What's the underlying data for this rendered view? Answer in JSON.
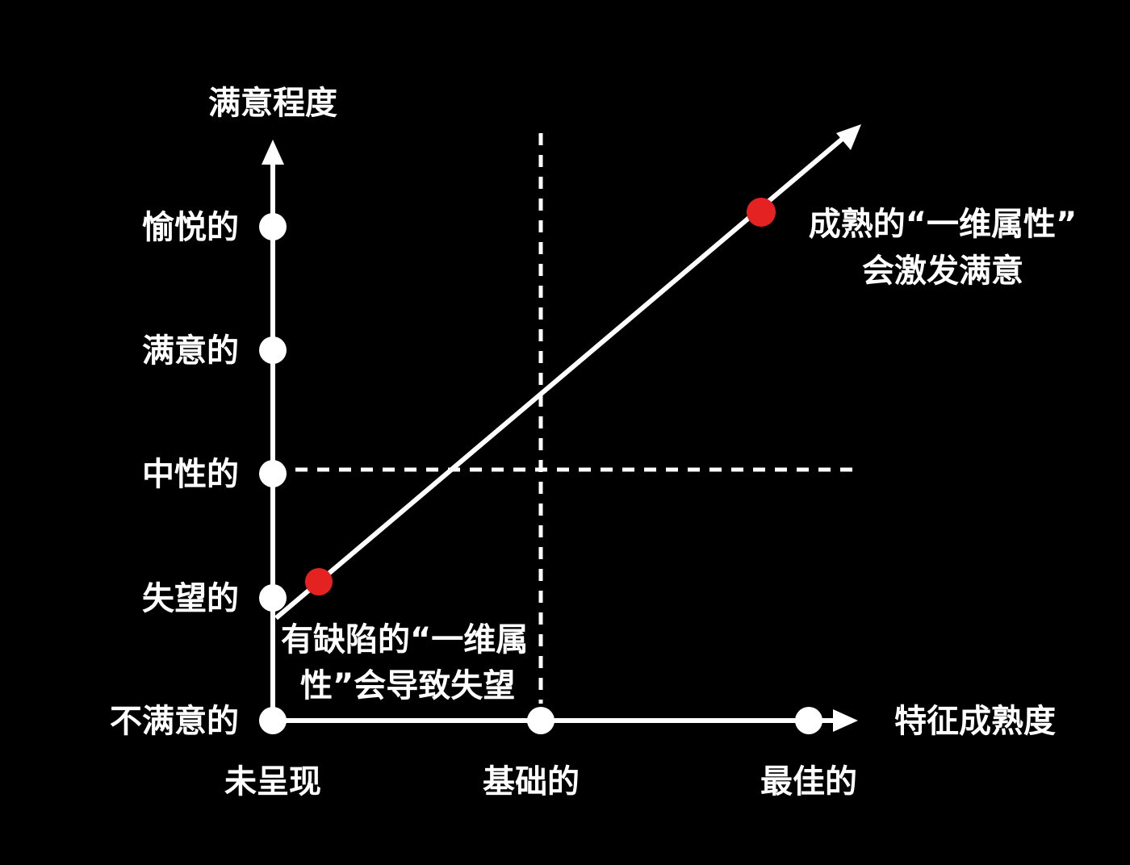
{
  "colors": {
    "background": "#000000",
    "line": "#ffffff",
    "highlight": "#e52222"
  },
  "y_axis": {
    "title": "满意程度",
    "levels": [
      "愉悦的",
      "满意的",
      "中性的",
      "失望的",
      "不满意的"
    ]
  },
  "x_axis": {
    "title": "特征成熟度",
    "levels": [
      "未呈现",
      "基础的",
      "最佳的"
    ]
  },
  "annotations": {
    "mature": {
      "line1": "成熟的“一维属性”",
      "line2": "会激发满意"
    },
    "defective": {
      "line1": "有缺陷的“一维属",
      "line2": "性”会导致失望"
    }
  }
}
